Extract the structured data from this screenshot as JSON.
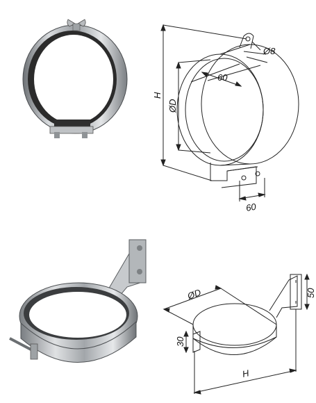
{
  "top_drawing": {
    "dim_hole": "Ø8",
    "dim_band_width": "60",
    "dim_diameter": "ØD",
    "dim_height": "H",
    "dim_bracket_width": "60"
  },
  "bottom_drawing": {
    "dim_diameter": "ØD",
    "dim_bracket_height": "50",
    "dim_band_height": "30",
    "dim_length": "H"
  }
}
